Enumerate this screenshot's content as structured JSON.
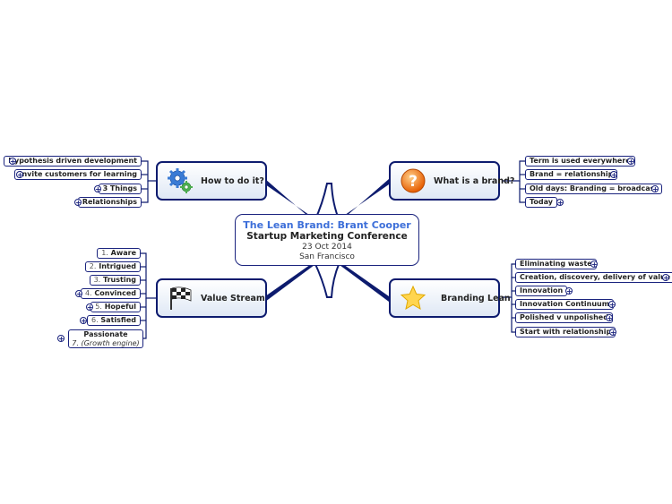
{
  "center": {
    "title": "The Lean Brand: Brant Cooper",
    "subtitle": "Startup Marketing Conference",
    "date": "23 Oct 2014",
    "location": "San Francisco"
  },
  "branches": {
    "how": {
      "label": "How to do it?",
      "icon": "gears-icon",
      "items": [
        "Hypothesis driven development",
        "Invite customers for learning",
        "3 Things",
        "Relationships"
      ]
    },
    "brand": {
      "label": "What is a brand?",
      "icon": "question-icon",
      "items": [
        "Term is used everywhere",
        "Brand = relationship",
        "Old days: Branding = broadcast",
        "Today"
      ]
    },
    "value": {
      "label": "Value Stream",
      "icon": "checkered-flag-icon",
      "items": [
        {
          "num": "1.",
          "text": "Aware"
        },
        {
          "num": "2.",
          "text": "Intrigued"
        },
        {
          "num": "3.",
          "text": "Trusting"
        },
        {
          "num": "4.",
          "text": "Convinced"
        },
        {
          "num": "5.",
          "text": "Hopeful"
        },
        {
          "num": "6.",
          "text": "Satisfied"
        }
      ],
      "last": {
        "text": "Passionate",
        "sub": "7. (Growth engine)"
      }
    },
    "lean": {
      "label": "Branding Lean",
      "icon": "star-icon",
      "items": [
        "Eliminating waste",
        "Creation, discovery, delivery of value",
        "Innovation",
        "Innovation Continuum",
        "Polished v unpolished",
        "Start with relationship"
      ]
    }
  },
  "colors": {
    "line": "#0d1b6e",
    "title_blue": "#3d6fd9"
  }
}
